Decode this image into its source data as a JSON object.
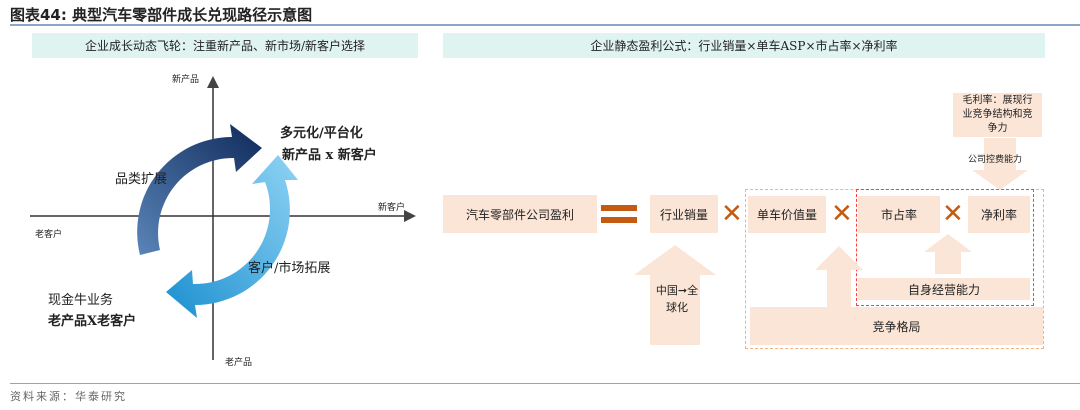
{
  "title": "图表44:  典型汽车零部件成长兑现路径示意图",
  "left": {
    "header": "企业成长动态飞轮：注重新产品、新市场/新客户选择",
    "axis": {
      "top": "新产品",
      "right": "新客户",
      "left": "老客户",
      "bottom": "老产品"
    },
    "category_expansion": "品类扩展",
    "diversify_line1": "多元化/平台化",
    "diversify_line2": "新产品 x 新客户",
    "market_expansion": "客户/市场拓展",
    "cash_cow_line1": "现金牛业务",
    "cash_cow_line2": "老产品X老客户"
  },
  "right": {
    "header": "企业静态盈利公式：行业销量×单车ASP×市占率×净利率",
    "profit": "汽车零部件公司盈利",
    "industry_volume": "行业销量",
    "unit_value": "单车价值量",
    "market_share": "市占率",
    "net_margin": "净利率",
    "gross_margin": "毛利率：展现行业竞争结构和竞争力",
    "cost_control": "公司控费能力",
    "china_global": "中国➞全球化",
    "own_ops": "自身经营能力",
    "competition": "竞争格局",
    "times": "✕"
  },
  "source": "资料来源：华泰研究",
  "colors": {
    "peach": "#fbe5d6",
    "orange": "#c55a11",
    "dark_blue": "#1f3f73",
    "light_blue": "#2ea3e0"
  }
}
